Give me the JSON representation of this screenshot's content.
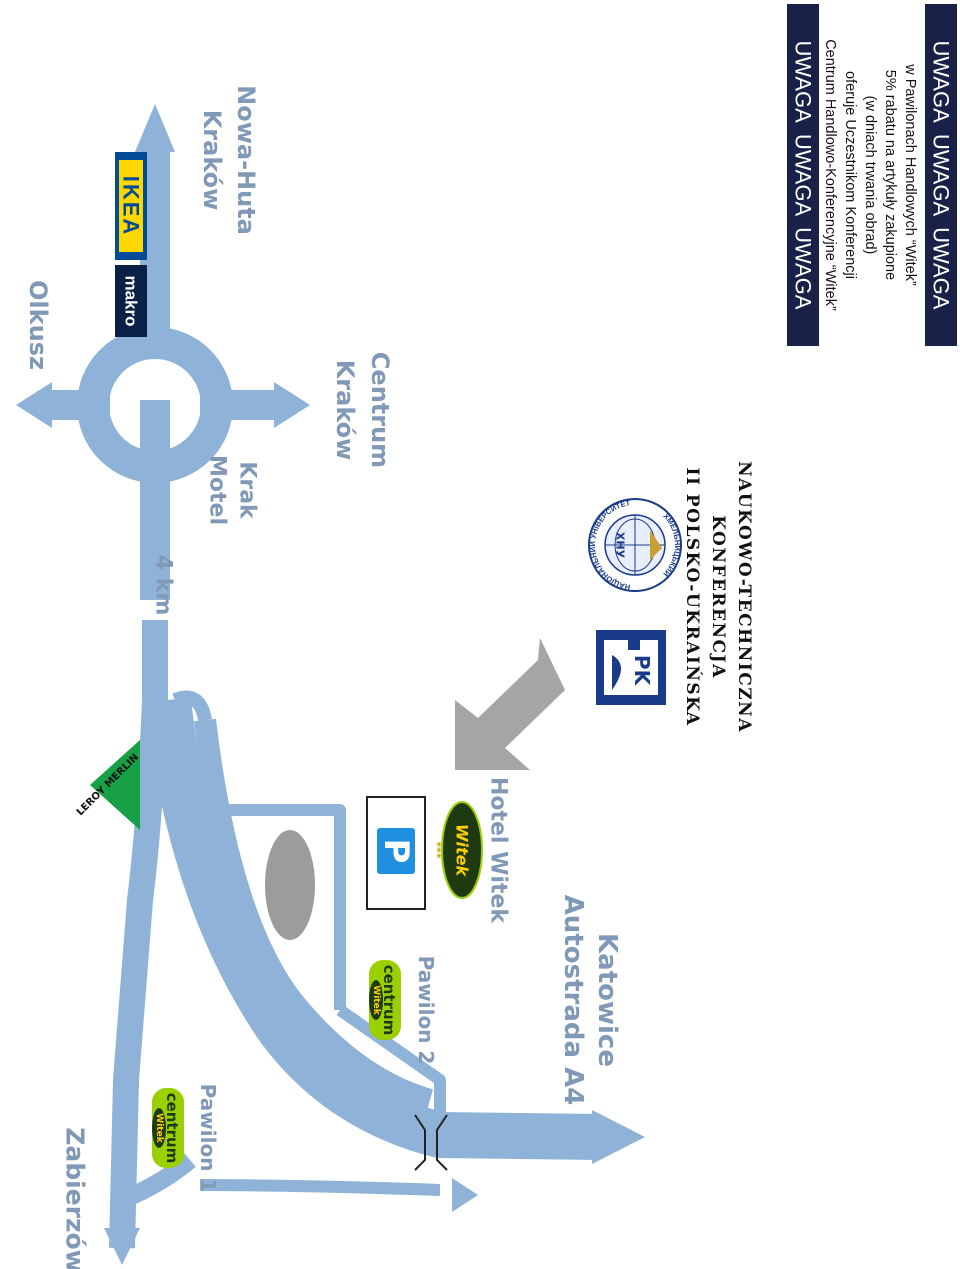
{
  "colors": {
    "road": "#8fb3d8",
    "road_outline": "#6f93bb",
    "arrow_grey": "#a5a5a5",
    "parking_blue": "#1f8fe0",
    "label_blue": "#7f99b6",
    "centrum_green": "#9bd000",
    "witek_green": "#1f3a10",
    "ikea_blue": "#004a98",
    "ikea_yellow": "#fdd800",
    "makro_navy": "#0a2147",
    "merlin_green": "#17a045",
    "banner_navy": "#1a2148"
  },
  "map": {
    "labels": {
      "zabierzow": "Zabierzów",
      "pawilon1": "Pawilon 1",
      "pawilon2": "Pawilon 2",
      "autostrada": "Autostrada A4",
      "katowice": "Katowice",
      "hotel_witek": "Hotel Witek",
      "distance": "4 km",
      "motel": "Motel",
      "krak": "Krak",
      "olkusz": "Olkusz",
      "krakow_centrum_1": "Kraków",
      "krakow_centrum_2": "Centrum",
      "krakow_nh_1": "Kraków",
      "krakow_nh_2": "Nowa-Huta"
    },
    "logos": {
      "centrum": "centrum",
      "witek": "Witek",
      "makro": "makro",
      "ikea": "IKEA",
      "merlin": "LEROY MERLIN",
      "parking": "P",
      "hotel_stars": "***",
      "pk": "PK",
      "ukr_ring_top": "НАЦІОНАЛЬНИЙ УНІВЕРСИТЕТ",
      "ukr_ring_bottom": "ХМЕЛЬНИЦЬКИЙ",
      "ukr_center": "ХНУ"
    }
  },
  "conference": {
    "line1": "II POLSKO-UKRAIŃSKA",
    "line2": "KONFERENCJA",
    "line3": "NAUKOWO-TECHNICZNA"
  },
  "banner": {
    "top": "UWAGA  UWAGA  UWAGA",
    "bottom": "UWAGA  UWAGA  UWAGA",
    "lines": [
      "Centrum Handlowo-Konferencyjne “Witek”",
      "oferuje Uczestnikom Konferencji",
      "(w dniach trwania obrad)",
      "5% rabatu na artykuły zakupione",
      "w Pawilonach Handlowych “Witek”"
    ]
  }
}
